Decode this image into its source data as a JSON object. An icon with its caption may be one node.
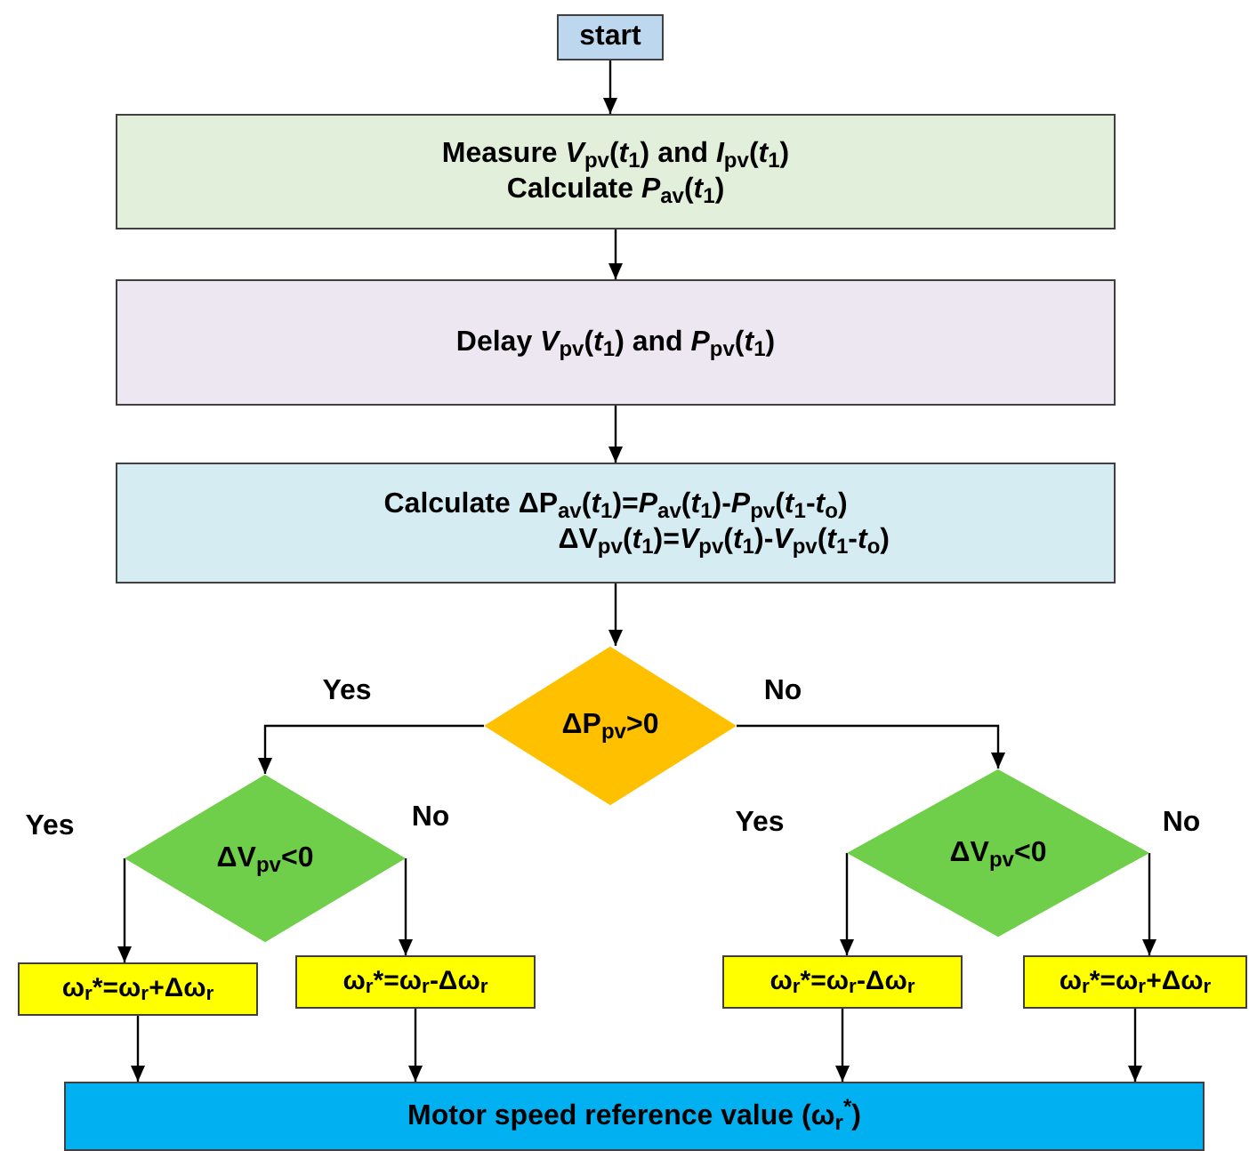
{
  "diagram": {
    "nodes": [
      {
        "text": [
          "start"
        ]
      },
      {
        "text": [
          "Measure *V*$_{pv}$(*t*$_{1}$) and *I*$_{pv}$(*t*$_{1}$)",
          "Calculate *P*$_{av}$(*t*$_{1}$)"
        ]
      },
      {
        "text": [
          "Delay *V*$_{pv}$(*t*$_{1}$) and *P*$_{pv}$(*t*$_{1}$)"
        ]
      },
      {
        "text": [
          "Calculate ΔP$_{av}$(*t*$_{1}$)=*P*$_{av}$(*t*$_{1}$)-*P*$_{pv}$(*t*$_{1}$-*t*$_{o}$)",
          "ΔV$_{pv}$(*t*$_{1}$)=*V*$_{pv}$(*t*$_{1}$)-*V*$_{pv}$(*t*$_{1}$-*t*$_{o}$)"
        ]
      },
      {
        "text": [
          "ΔP$_{pv}$>0"
        ]
      },
      {
        "text": [
          "ΔV$_{pv}$<0"
        ]
      },
      {
        "text": [
          "ΔV$_{pv}$<0"
        ]
      },
      {
        "text": [
          "ω$_{r}$*=ω$_{r}$+Δω$_{r}$"
        ]
      },
      {
        "text": [
          "ω$_{r}$*=ω$_{r}$-Δω$_{r}$"
        ]
      },
      {
        "text": [
          "ω$_{r}$*=ω$_{r}$-Δω$_{r}$"
        ]
      },
      {
        "text": [
          "ω$_{r}$*=ω$_{r}$+Δω$_{r}$"
        ]
      },
      {
        "text": [
          "Motor speed reference value (ω$_{r}$$^{*}$)"
        ]
      }
    ],
    "edges": [
      {
        "from": 0,
        "to": 1,
        "arrow": "to"
      },
      {
        "from": 1,
        "to": 2,
        "arrow": "to"
      },
      {
        "from": 2,
        "to": 3,
        "arrow": "to"
      },
      {
        "from": 3,
        "to": 4,
        "arrow": "to"
      },
      {
        "from": 4,
        "to": 5,
        "arrow": "to",
        "label": "Yes"
      },
      {
        "from": 4,
        "to": 6,
        "arrow": "to",
        "label": "No"
      },
      {
        "from": 5,
        "to": 7,
        "arrow": "to",
        "label": "Yes"
      },
      {
        "from": 5,
        "to": 8,
        "arrow": "to",
        "label": "No"
      },
      {
        "from": 6,
        "to": 9,
        "arrow": "to",
        "label": "Yes"
      },
      {
        "from": 6,
        "to": 10,
        "arrow": "to",
        "label": "No"
      },
      {
        "from": 7,
        "to": 11,
        "arrow": "to"
      },
      {
        "from": 8,
        "to": 11,
        "arrow": "to"
      },
      {
        "from": 9,
        "to": 11,
        "arrow": "to"
      },
      {
        "from": 10,
        "to": 11,
        "arrow": "to"
      }
    ]
  }
}
